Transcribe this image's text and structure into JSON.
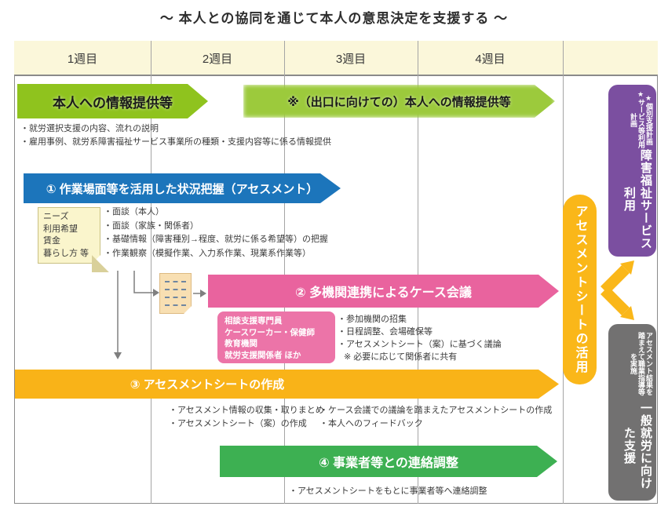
{
  "title": "～ 本人との協同を通じて本人の意思決定を支援する ～",
  "colors": {
    "green": "#8fc31e",
    "soft_green": "#9cca3c",
    "blue": "#1c75bb",
    "pink": "#e9639e",
    "orange": "#f9b318",
    "green2": "#3db052",
    "yellow": "#fab719",
    "purple": "#7b4fa0",
    "gray": "#727171",
    "header_bg": "#fbf7da",
    "border": "#8a8a8a"
  },
  "timeline": {
    "headers": [
      "1週目",
      "2週目",
      "3週目",
      "4週目"
    ]
  },
  "info_provision": {
    "label": "本人への情報提供等",
    "bullets": [
      "・就労選択支援の内容、流れの説明",
      "・雇用事例、就労系障害福祉サービス事業所の種類・支援内容等に係る情報提供"
    ]
  },
  "exit_info": {
    "label": "※（出口に向けての）本人への情報提供等"
  },
  "step1": {
    "label": "① 作業場面等を活用した状況把握（アセスメント）",
    "note": [
      "ニーズ",
      "利用希望",
      "賃金",
      "暮らし方 等"
    ],
    "bullets": [
      "・面談（本人）",
      "・面談（家族・関係者）",
      "・基礎情報（障害種別→程度、就労に係る希望等）の把握",
      "・作業観察（模擬作業、入力系作業、現業系作業等）"
    ]
  },
  "step2": {
    "label": "② 多機関連携によるケース会議",
    "participants": [
      "相談支援専門員",
      "ケースワーカー・保健師",
      "教育機関",
      "就労支援関係者 ほか"
    ],
    "bullets": [
      "・参加機関の招集",
      "・日程調整、会場確保等",
      "・アセスメントシート（案）に基づく議論",
      "※ 必要に応じて関係者に共有"
    ]
  },
  "step3": {
    "label": "③ アセスメントシートの作成",
    "bullets_left": [
      "・アセスメント情報の収集・取りまとめ",
      "・アセスメントシート（案）の作成"
    ],
    "bullets_right": [
      "・ケース会議での議論を踏まえたアセスメントシートの作成",
      "・本人へのフィードバック"
    ]
  },
  "step4": {
    "label": "④ 事業者等との連絡調整",
    "bullet": "・アセスメントシートをもとに事業者等へ連絡調整"
  },
  "right_panel": {
    "sheet_use": "アセスメントシートの活用",
    "welfare": {
      "title": "障害福祉サービス利用",
      "notes": [
        "★個別支援計画",
        "★サービス等利用計画"
      ]
    },
    "general": {
      "title": "一般就労に向けた支援",
      "notes": [
        "アセスメント結果を",
        "踏まえて職業指導等を実施"
      ]
    }
  }
}
